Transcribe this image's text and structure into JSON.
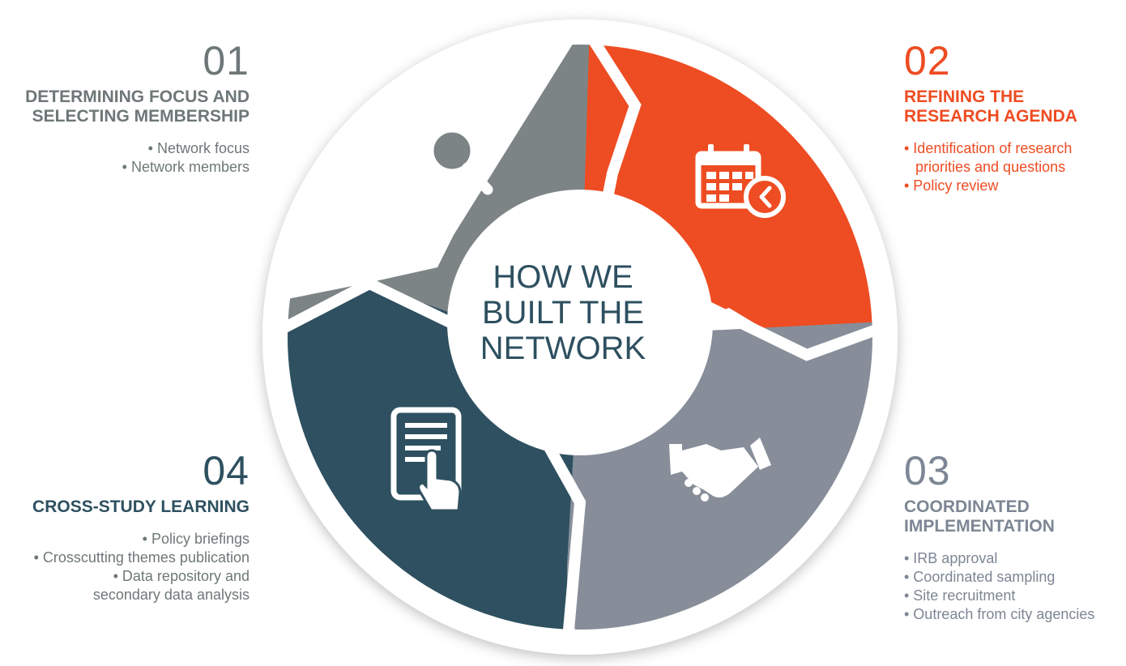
{
  "center": {
    "lines": [
      "HOW WE",
      "BUILT THE",
      "NETWORK"
    ]
  },
  "steps": [
    {
      "number": "01",
      "title_lines": [
        "DETERMINING FOCUS AND",
        "SELECTING MEMBERSHIP"
      ],
      "items": [
        "• Network focus",
        "• Network members"
      ],
      "color": "#7d8485",
      "icon": "person-magnifier-icon"
    },
    {
      "number": "02",
      "title_lines": [
        "REFINING THE",
        "RESEARCH AGENDA"
      ],
      "items": [
        "• Identification of research",
        "priorities and questions",
        "• Policy review"
      ],
      "color": "#ee4c22",
      "icon": "calendar-clock-icon"
    },
    {
      "number": "03",
      "title_lines": [
        "COORDINATED",
        "IMPLEMENTATION"
      ],
      "items": [
        "• IRB approval",
        "• Coordinated sampling",
        "• Site recruitment",
        "• Outreach from city agencies"
      ],
      "color": "#878e9a",
      "icon": "handshake-icon"
    },
    {
      "number": "04",
      "title_lines": [
        "CROSS-STUDY LEARNING"
      ],
      "items": [
        "• Policy briefings",
        "• Crosscutting themes publication",
        "• Data repository and",
        "secondary data analysis"
      ],
      "color": "#2e5060",
      "icon": "tablet-touch-icon"
    }
  ]
}
